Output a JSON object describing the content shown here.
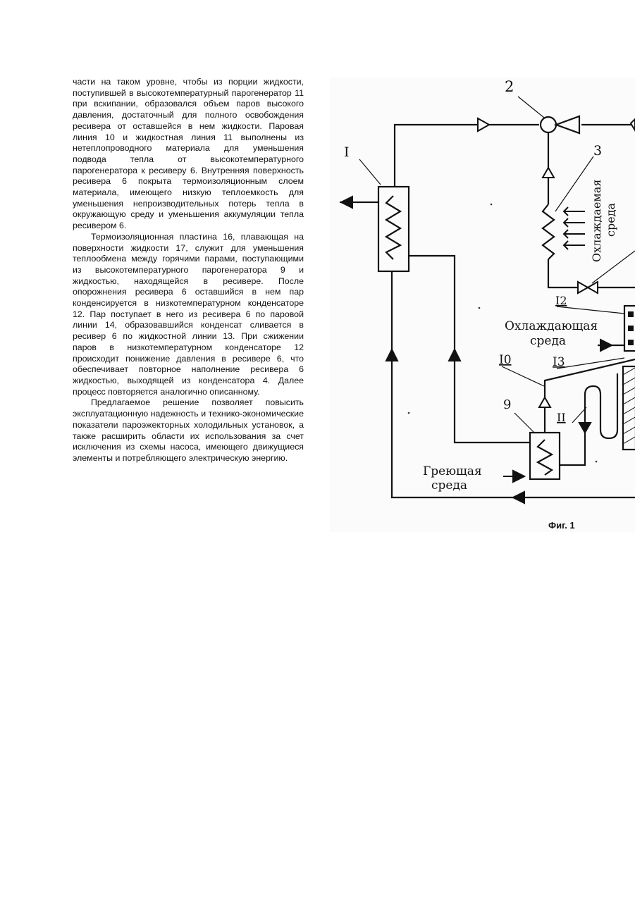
{
  "text": {
    "p1": "части на таком уровне, чтобы из порции жидкости, поступившей в высокотемпературный парогенератор 11 при вскипании, образовался объем паров высокого давления, достаточный для полного освобождения ресивера от оставшейся в нем жидкости. Паровая линия 10 и жидкостная линия 11 выполнены из нетеплопроводного материала для уменьшения подвода тепла от высокотемпературного парогенератора к ресиверу 6. Внутренняя поверхность ресивера 6 покрыта термоизоляционным слоем материала, имеющего низкую теплоемкость для уменьшения непроизводительных потерь тепла в окружающую среду и уменьшения аккумуляции тепла ресивером 6.",
    "p2": "Термоизоляционная пластина 16, плавающая на поверхности жидкости 17, служит для уменьшения теплообмена между горячими парами, поступающими из высокотемпературного парогенератора 9 и жидкостью, находящейся в ресивере. После опорожнения ресивера 6 оставшийся в нем пар конденсируется в низкотемпературном конденсаторе 12. Пар поступает в него из ресивера 6 по паровой линии 14, образовавшийся конденсат сливается в ресивер 6 по жидкостной линии 13. При сжижении паров в низкотемпературном конденсаторе 12 происходит понижение давления в ресивере 6, что обеспечивает повторное наполнение ресивера 6 жидкостью, выходящей из конденсатора 4. Далее процесс повторяется аналогично описанному.",
    "p3": "Предлагаемое решение позволяет повысить эксплуатационную надежность и технико-экономические показатели пароэжекторных холодильных установок, а также расширить области их использования за счет исключения из схемы насоса, имеющего движущиеся элементы и потребляющего электрическую энергию."
  },
  "figure": {
    "caption": "Фиг. 1",
    "labels": {
      "l2": "2",
      "l3": "3",
      "l1": "I",
      "l12": "I2",
      "l13": "I3",
      "l10": "I0",
      "l9": "9",
      "l11": "II",
      "cooled_1": "Охлаждаемая",
      "cooled_2": "среда",
      "cooling_1": "Охлаждающая",
      "cooling_2": "среда",
      "heating_1": "Греющая",
      "heating_2": "среда"
    }
  }
}
